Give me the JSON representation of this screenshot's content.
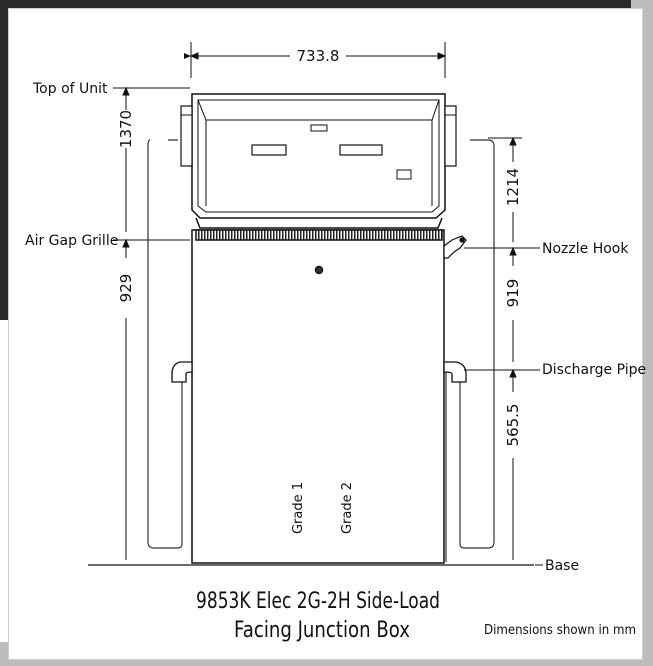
{
  "labels": {
    "top_of_unit": "Top of Unit",
    "air_gap_grille": "Air Gap Grille",
    "nozzle_hook": "Nozzle Hook",
    "discharge_pipe": "Discharge Pipe",
    "base": "Base",
    "grade_1": "Grade 1",
    "grade_2": "Grade 2"
  },
  "dimensions": {
    "width": "733.8",
    "left_upper": "1370",
    "left_lower": "929",
    "right_upper": "1214",
    "right_middle": "919",
    "right_lower": "565.5"
  },
  "title": {
    "line1": "9853K Elec 2G-2H Side-Load",
    "line2": "Facing Junction Box"
  },
  "note": "Dimensions shown in mm"
}
